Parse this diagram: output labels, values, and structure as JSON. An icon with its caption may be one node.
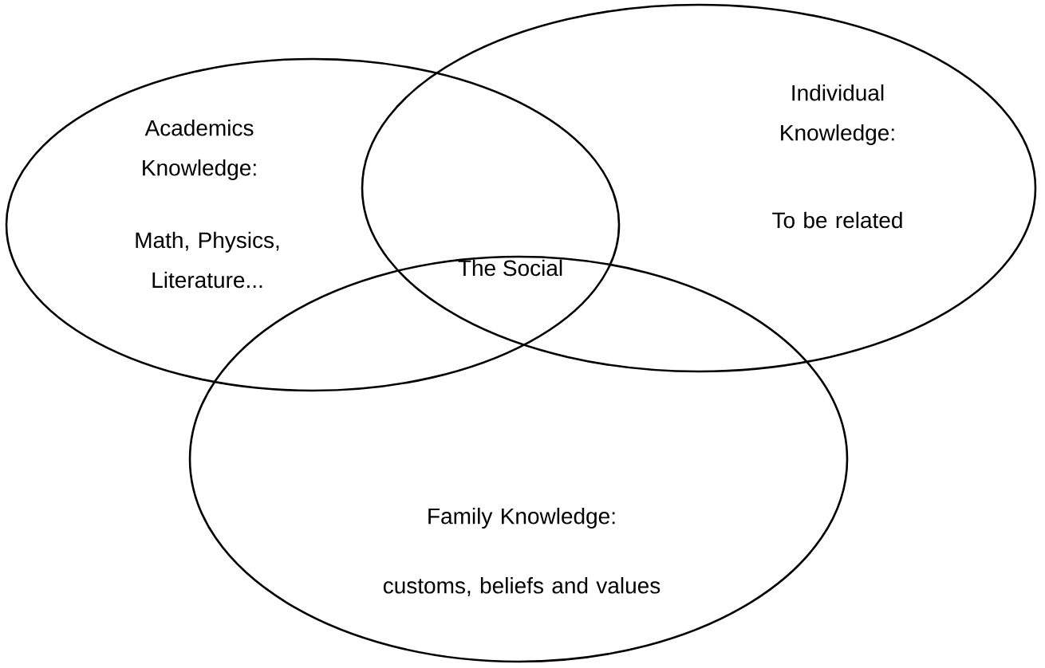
{
  "diagram": {
    "nodes": [
      {
        "text": [
          "Academics Knowledge:",
          "Math, Physics, Literature..."
        ]
      },
      {
        "text": [
          "Individual Knowledge:",
          "To be related"
        ]
      },
      {
        "text": [
          "Family Knowledge:",
          "customs, beliefs and values"
        ]
      }
    ],
    "labels": [
      "The Social"
    ]
  }
}
